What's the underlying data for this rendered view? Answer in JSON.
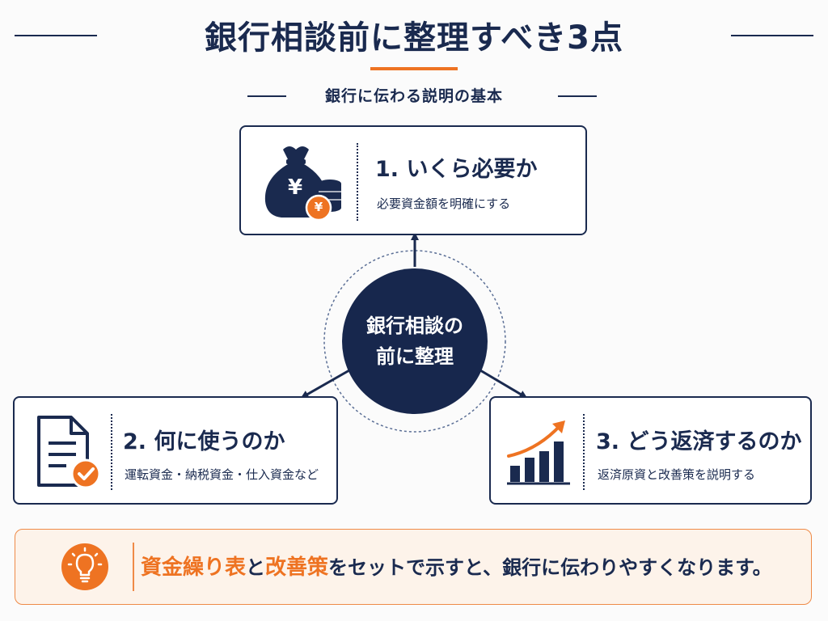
{
  "header": {
    "title": "銀行相談前に整理すべき3点",
    "subtitle": "銀行に伝わる説明の基本"
  },
  "center": {
    "line1": "銀行相談の",
    "line2": "前に整理"
  },
  "cards": [
    {
      "title": "1. いくら必要か",
      "desc": "必要資金額を明確にする",
      "icon": "money-bag-yen-icon"
    },
    {
      "title": "2. 何に使うのか",
      "desc": "運転資金・納税資金・仕入資金など",
      "icon": "document-check-icon"
    },
    {
      "title": "3. どう返済するのか",
      "desc": "返済原資と改善策を説明する",
      "icon": "growth-chart-icon"
    }
  ],
  "yen_symbol": "¥",
  "banner": {
    "highlight1": "資金繰り表",
    "text1": "と",
    "highlight2": "改善策",
    "text2": "をセットで示すと、銀行に伝わりやすくなります。",
    "icon": "lightbulb-icon"
  },
  "colors": {
    "navy": "#1a2a4f",
    "orange": "#ee7322",
    "banner_bg": "#fdf3ea"
  }
}
